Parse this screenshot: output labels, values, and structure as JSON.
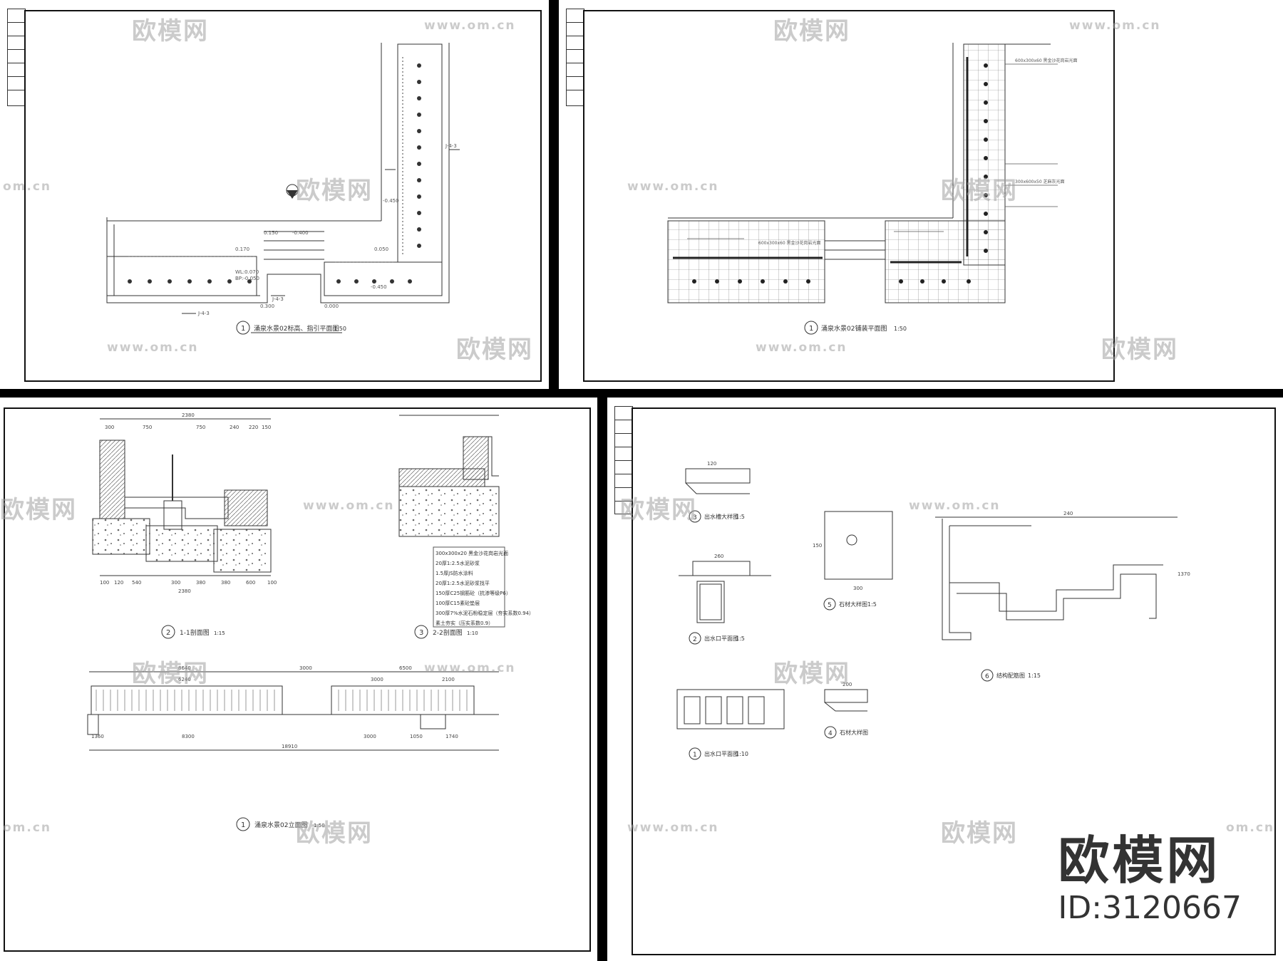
{
  "watermark": {
    "url": "www.om.cn",
    "url_short": "om.cn",
    "cn": "欧模网"
  },
  "brand": {
    "name": "欧模网",
    "id_label": "ID:3120667"
  },
  "sheet1": {
    "drawing_title": "涌泉水景02标高、指引平面图",
    "scale": "1:50",
    "marker_number": "1",
    "section_tag": "J-4-3",
    "levels": [
      "0.150",
      "-0.400",
      "-0.450",
      "0.170",
      "0.050",
      "WL:0.070",
      "BP:-0.050",
      "0.300",
      "0.000",
      "-0.450"
    ]
  },
  "sheet2": {
    "drawing_title": "涌泉水景02铺装平面图",
    "scale": "1:50",
    "marker_number": "1",
    "callouts": [
      "600x300x60 黑金沙花岗岩光面",
      "300x600x50 芝麻灰光面",
      "600x300x60 黑金沙花岗岩光面"
    ]
  },
  "sheet3": {
    "views": [
      {
        "number": "2",
        "title": "1-1剖面图",
        "scale": "1:15"
      },
      {
        "number": "3",
        "title": "2-2剖面图",
        "scale": "1:10"
      },
      {
        "number": "1",
        "title": "涌泉水景02立面图",
        "scale": "1:50"
      }
    ],
    "top_dims": [
      "2380",
      "300",
      "750",
      "750",
      "240",
      "220",
      "150"
    ],
    "bottom_dims": [
      "100",
      "120",
      "540",
      "300",
      "380",
      "380",
      "600",
      "100"
    ],
    "bottom_total": "2380",
    "elev_dims_top": [
      "8640",
      "6240",
      "3000",
      "6500",
      "3000",
      "2100"
    ],
    "elev_dims_bottom": [
      "1360",
      "8300",
      "3000",
      "1050",
      "1740"
    ],
    "elev_total": "18910",
    "layers": [
      "300x300x20 黑金沙花岗岩光面",
      "20厚1:2.5水泥砂浆",
      "1.5厚JS防水涂料",
      "20厚1:2.5水泥砂浆找平",
      "150厚C25钢筋砼（抗渗等级P6）",
      "100厚C15素砼垫层",
      "300厚7%水泥石粉稳定层（夯实系数0.94）",
      "素土夯实（压实系数0.9）"
    ]
  },
  "sheet4": {
    "views": [
      {
        "number": "3",
        "title": "出水槽大样图",
        "scale": "1:5"
      },
      {
        "number": "2",
        "title": "出水口平面图",
        "scale": "1:5"
      },
      {
        "number": "5",
        "title": "石材大样图",
        "scale": "1:5"
      },
      {
        "number": "6",
        "title": "结构配筋图",
        "scale": "1:15"
      },
      {
        "number": "1",
        "title": "出水口平面图",
        "scale": "1:10"
      },
      {
        "number": "4",
        "title": "石材大样图",
        "scale": ""
      }
    ],
    "dims": [
      "240",
      "260",
      "300",
      "120",
      "150",
      "200",
      "1370"
    ]
  }
}
